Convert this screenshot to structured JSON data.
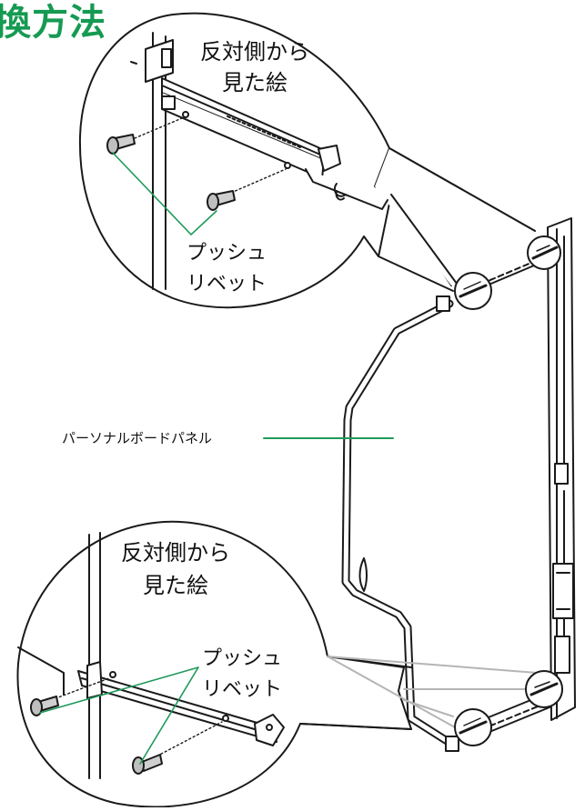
{
  "title": "換方法",
  "top_callout": {
    "view_label_line1": "反対側から",
    "view_label_line2": "見た絵",
    "rivet_label_line1": "プッシュ",
    "rivet_label_line2": "リベット"
  },
  "bottom_callout": {
    "view_label_line1": "反対側から",
    "view_label_line2": "見た絵",
    "rivet_label_line1": "プッシュ",
    "rivet_label_line2": "リベット"
  },
  "panel_label": "パーソナルボードパネル",
  "colors": {
    "title_green": "#159a52",
    "leader_green": "#1e9a5a",
    "line_black": "#1a1a1a",
    "part_gray": "#d9d9d9"
  }
}
